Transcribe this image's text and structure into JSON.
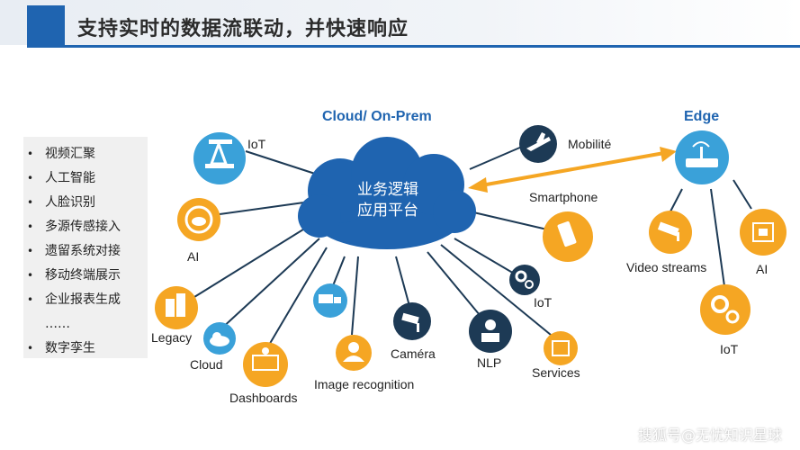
{
  "header": {
    "title": "支持实时的数据流联动，并快速响应"
  },
  "side_list": {
    "items": [
      "视频汇聚",
      "人工智能",
      "人脸识别",
      "多源传感接入",
      "遗留系统对接",
      "移动终端展示",
      "企业报表生成",
      "……",
      "数字孪生"
    ]
  },
  "hub": {
    "title": "Cloud/ On-Prem",
    "cloud_line1": "业务逻辑",
    "cloud_line2": "应用平台"
  },
  "edge": {
    "title": "Edge"
  },
  "labels": {
    "iot_top": "IoT",
    "ai_left": "AI",
    "legacy": "Legacy",
    "cloud": "Cloud",
    "dashboards": "Dashboards",
    "image_recognition": "Image recognition",
    "camera": "Caméra",
    "nlp": "NLP",
    "services": "Services",
    "iot_mid": "IoT",
    "smartphone": "Smartphone",
    "mobilite": "Mobilité",
    "video_streams": "Video streams",
    "ai_right": "AI",
    "iot_right": "IoT"
  },
  "colors": {
    "brand_blue": "#1f64b0",
    "light_blue": "#3aa1d9",
    "orange": "#f5a623",
    "navy": "#1d3a55"
  },
  "watermark": "搜狐号@无忧知识星球"
}
